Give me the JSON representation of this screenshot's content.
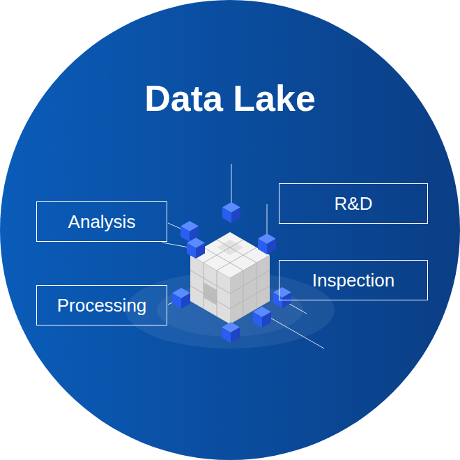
{
  "diagram": {
    "title": "Data Lake",
    "nodes": [
      {
        "text": [
          "Analysis"
        ]
      },
      {
        "text": [
          "R&D"
        ]
      },
      {
        "text": [
          "Processing"
        ]
      },
      {
        "text": [
          "Inspection"
        ]
      }
    ]
  }
}
